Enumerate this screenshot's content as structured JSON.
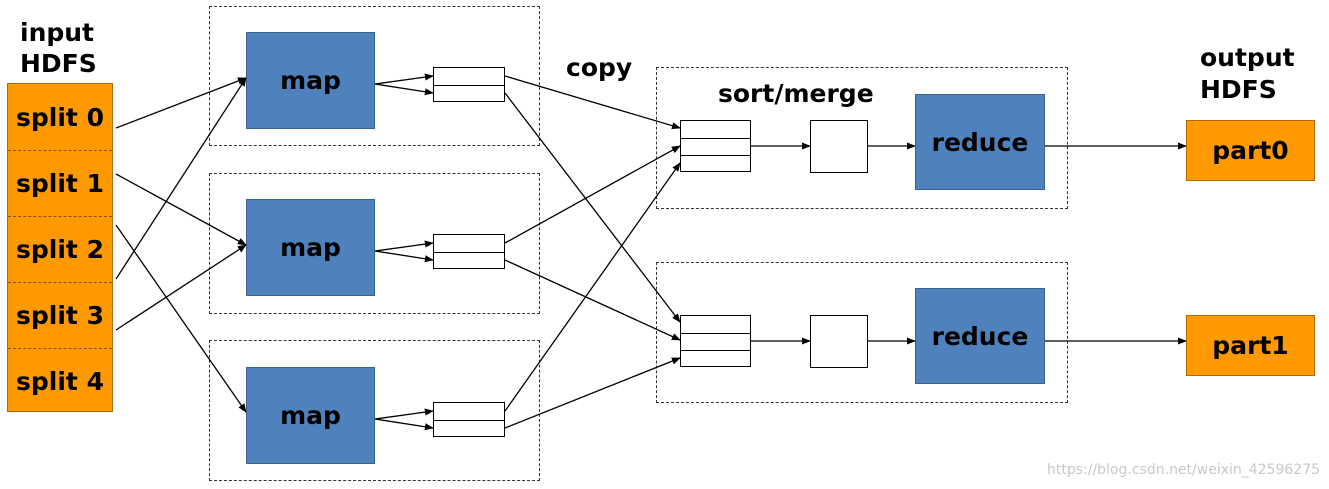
{
  "labels": {
    "input_line1": "input",
    "input_line2": "HDFS",
    "copy": "copy",
    "sort_merge": "sort/merge",
    "output_line1": "output",
    "output_line2": "HDFS"
  },
  "splits": [
    "split 0",
    "split 1",
    "split 2",
    "split 3",
    "split 4"
  ],
  "maps": [
    "map",
    "map",
    "map"
  ],
  "reducers": [
    "reduce",
    "reduce"
  ],
  "outputs": [
    "part0",
    "part1"
  ],
  "watermark": "https://blog.csdn.net/weixin_42596275",
  "colors": {
    "split_fill": "#ff9900",
    "map_fill": "#4f81bd",
    "reduce_fill": "#4f81bd",
    "output_fill": "#ff9900"
  }
}
